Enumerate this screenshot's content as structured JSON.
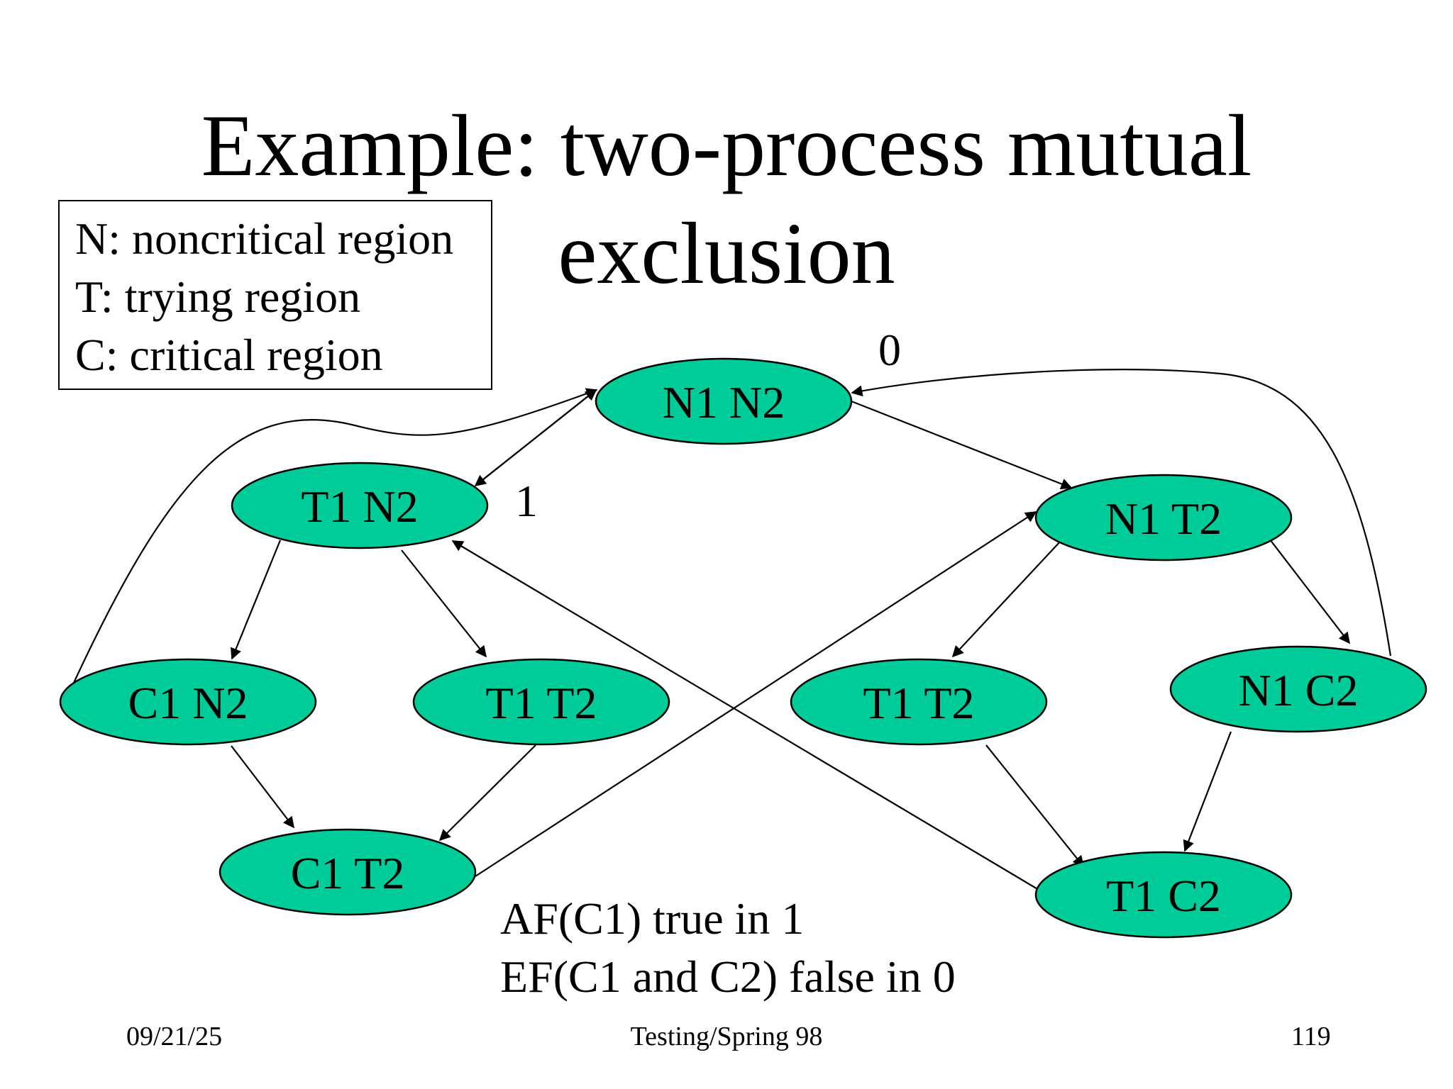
{
  "title": {
    "line1": "Example: two-process mutual",
    "line2": "exclusion"
  },
  "legend": [
    "N: noncritical region",
    "T: trying region",
    "C: critical region"
  ],
  "colors": {
    "state_fill": "#00CC99",
    "stroke": "#000000",
    "background": "#ffffff"
  },
  "states": [
    {
      "id": "n1n2",
      "p1": "N1",
      "p2": "N2"
    },
    {
      "id": "t1n2",
      "p1": "T1",
      "p2": "N2"
    },
    {
      "id": "n1t2",
      "p1": "N1",
      "p2": "T2"
    },
    {
      "id": "c1n2",
      "p1": "C1",
      "p2": "N2"
    },
    {
      "id": "t1t2a",
      "p1": "T1",
      "p2": "T2"
    },
    {
      "id": "t1t2b",
      "p1": "T1",
      "p2": "T2"
    },
    {
      "id": "n1c2",
      "p1": "N1",
      "p2": "C2"
    },
    {
      "id": "c1t2",
      "p1": "C1",
      "p2": "T2"
    },
    {
      "id": "t1c2",
      "p1": "T1",
      "p2": "C2"
    }
  ],
  "transitions": [
    {
      "from": "n1n2",
      "to": "t1n2"
    },
    {
      "from": "t1n2",
      "to": "n1n2"
    },
    {
      "from": "n1n2",
      "to": "n1t2"
    },
    {
      "from": "t1n2",
      "to": "c1n2"
    },
    {
      "from": "t1n2",
      "to": "t1t2a"
    },
    {
      "from": "n1t2",
      "to": "t1t2b"
    },
    {
      "from": "n1t2",
      "to": "n1c2"
    },
    {
      "from": "c1n2",
      "to": "c1t2"
    },
    {
      "from": "t1t2a",
      "to": "c1t2"
    },
    {
      "from": "t1t2b",
      "to": "t1c2"
    },
    {
      "from": "n1c2",
      "to": "t1c2"
    },
    {
      "from": "c1n2",
      "to": "n1n2"
    },
    {
      "from": "n1c2",
      "to": "n1n2"
    },
    {
      "from": "c1t2",
      "to": "n1t2"
    },
    {
      "from": "t1c2",
      "to": "t1n2"
    }
  ],
  "state_labels": [
    {
      "label": "0",
      "state": "n1n2"
    },
    {
      "label": "1",
      "state": "t1n2"
    }
  ],
  "notes": [
    "AF(C1) true in 1",
    "EF(C1 and C2) false in 0"
  ],
  "footer": {
    "date": "09/21/25",
    "center": "Testing/Spring 98",
    "page": "119"
  }
}
